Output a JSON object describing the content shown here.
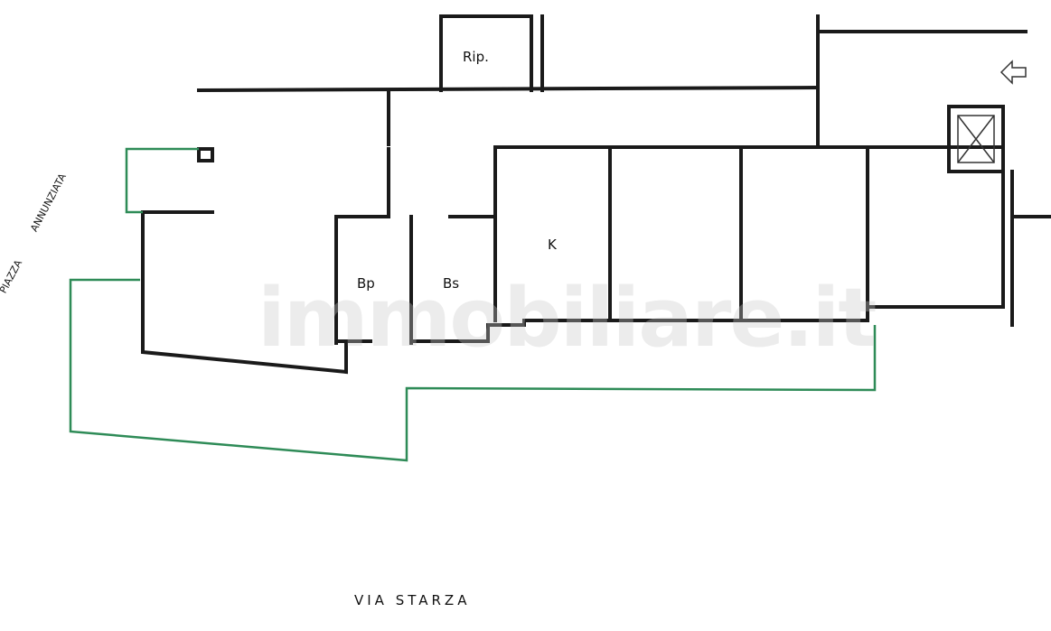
{
  "rooms": {
    "rip": "Rip.",
    "k": "K",
    "bp": "Bp",
    "bs": "Bs"
  },
  "streets": {
    "via": "VIA STARZA",
    "piazza": "PIAZZA",
    "annunziata": "ANNUNZIATA"
  },
  "watermark": "immobiliare.it",
  "colors": {
    "walls": "#1a1a1a",
    "boundary": "#2e8b57"
  }
}
